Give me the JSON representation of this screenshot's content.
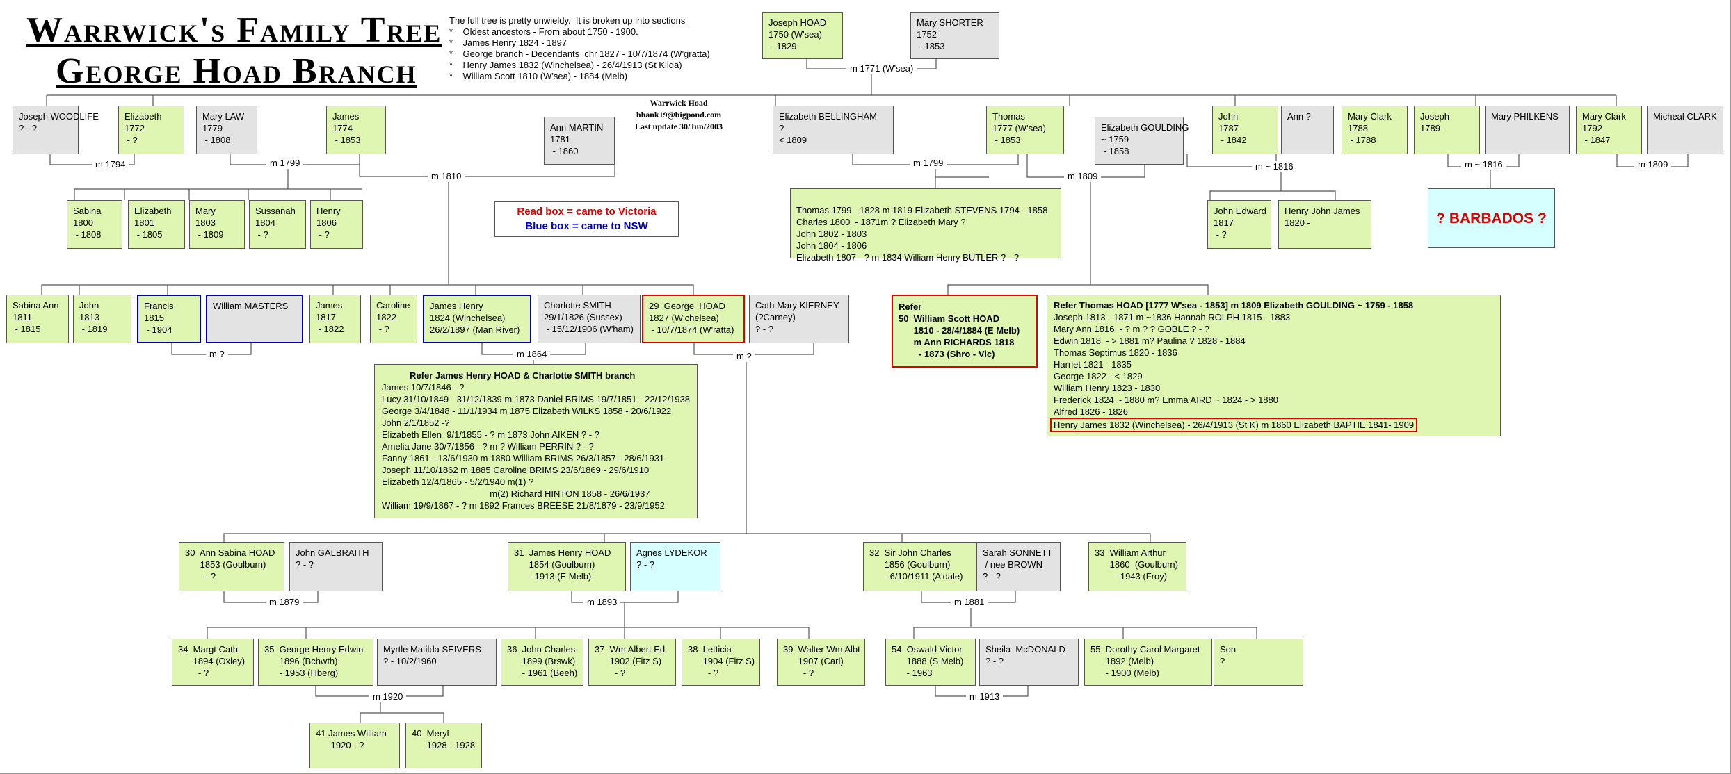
{
  "title": {
    "line1": "Warrwick's Family Tree",
    "line2": "George Hoad Branch"
  },
  "intro": [
    "The full tree is pretty unwieldy.  It is broken up into sections",
    "*    Oldest ancestors - From about 1750 - 1900.",
    "*    James Henry 1824 - 1897",
    "*    George branch - Decendants  chr 1827 - 10/7/1874 (W'gratta)",
    "*    Henry James 1832 (Winchelsea) - 26/4/1913 (St Kilda)",
    "*    William Scott 1810 (W'sea) - 1884 (Melb)"
  ],
  "contact": [
    "Warrwick Hoad",
    "hhank19@bigpond.com",
    "Last update 30/Jun/2003"
  ],
  "legend": {
    "red_text": "Read box = came to Victoria",
    "blue_text": "Blue box = came to NSW",
    "red_color": "#e00000",
    "blue_color": "#0000c8"
  },
  "barbados": "? BARBADOS ?",
  "colors": {
    "born_hoad": "#dff5b2",
    "spouse": "#e3e3e3",
    "nsw_spouse": "#d6ffff",
    "victoria_border": "#e00000",
    "nsw_border": "#0000b0"
  },
  "boxes": {
    "joseph_1750": "Joseph HOAD\n1750 (W'sea)\n - 1829",
    "mary_shorter": "Mary SHORTER\n1752\n - 1853",
    "joseph_woodlife": "Joseph WOODLIFE\n? - ?",
    "elizabeth_1772": "Elizabeth\n1772\n - ?",
    "mary_law": "Mary LAW\n1779\n - 1808",
    "james_1774": "James\n1774\n - 1853",
    "ann_martin": "Ann MARTIN\n1781\n - 1860",
    "eliz_bellingham": "Elizabeth BELLINGHAM\n? -\n< 1809",
    "thomas_1777": "Thomas\n1777 (W'sea)\n - 1853",
    "eliz_goulding": "Elizabeth GOULDING\n~ 1759\n - 1858",
    "john_1787": "John\n1787\n - 1842",
    "ann_q": "Ann ?",
    "mary_clark_1788": "Mary Clark\n1788\n - 1788",
    "joseph_1789": "Joseph\n1789 -",
    "mary_philkens": "Mary PHILKENS",
    "mary_clark_1792": "Mary Clark\n1792\n - 1847",
    "micheal_clark": "Micheal CLARK",
    "sabina_1800": "Sabina\n1800\n - 1808",
    "elizabeth_1801": "Elizabeth\n1801\n - 1805",
    "mary_1803": "Mary\n1803\n - 1809",
    "sussanah_1804": "Sussanah\n1804\n - ?",
    "henry_1806": "Henry\n1806\n - ?",
    "john_edward": "John Edward\n1817\n - ?",
    "henry_john_james": "Henry John James\n1820 -",
    "sabina_ann_1811": "Sabina Ann\n1811\n - 1815",
    "john_1813": "John\n1813\n - 1819",
    "francis_1815": "Francis\n1815\n - 1904",
    "william_masters": "William MASTERS",
    "james_1817": "James\n1817\n - 1822",
    "caroline_1822": "Caroline\n1822\n - ?",
    "james_henry_1824": "James Henry\n1824 (Winchelsea)\n26/2/1897 (Man River)",
    "charlotte_smith": "Charlotte SMITH\n29/1/1826 (Sussex)\n - 15/12/1906 (W'ham)",
    "george_1827": "29  George  HOAD\n1827 (W'chelsea)\n - 10/7/1874 (W'ratta)",
    "cath_kierney": "Cath Mary KIERNEY\n(?Carney)\n? - ?",
    "william_scott": "Refer\n50  William Scott HOAD\n      1810 - 28/4/1884 (E Melb)\n      m Ann RICHARDS 1818\n        - 1873 (Shro - Vic)",
    "ann_sabina_1853": "30  Ann Sabina HOAD\n      1853 (Goulburn)\n        - ?",
    "john_galbraith": "John GALBRAITH\n? - ?",
    "james_henry_1854": "31  James Henry HOAD\n      1854 (Goulburn)\n      - 1913 (E Melb)",
    "agnes_lydekor": "Agnes LYDEKOR\n? - ?",
    "sir_john_charles": "32  Sir John Charles\n      1856 (Goulburn)\n      - 6/10/1911 (A'dale)",
    "sarah_sonnett": "Sarah SONNETT\n / nee BROWN\n? - ?",
    "william_arthur": "33  William Arthur\n      1860  (Goulburn)\n        - 1943 (Froy)",
    "margt_cath": "34  Margt Cath\n      1894 (Oxley)\n        - ?",
    "george_henry_edwin": "35  George Henry Edwin\n      1896 (Bchwth)\n      - 1953 (Hberg)",
    "myrtle_seivers": "Myrtle Matilda SEIVERS\n? - 10/2/1960",
    "john_charles_1899": "36  John Charles\n      1899 (Brswk)\n      - 1961 (Beeh)",
    "wm_albert_ed": "37  Wm Albert Ed\n      1902 (Fitz S)\n        - ?",
    "letticia": "38  Letticia\n      1904 (Fitz S)\n        - ?",
    "walter_wm_albt": "39  Walter Wm Albt\n      1907 (Carl)\n        - ?",
    "oswald_victor": "54  Oswald Victor\n      1888 (S Melb)\n      - 1963",
    "sheila_mcdonald": "Sheila  McDONALD\n? - ?",
    "dorothy_carol": "55  Dorothy Carol Margaret\n      1892 (Melb)\n      - 1900 (Melb)",
    "son": "Son\n?",
    "james_william": "41 James William\n      1920 - ?",
    "meryl": "40  Meryl\n      1928 - 1928"
  },
  "marriages": {
    "m1771": "m  1771 (W'sea)",
    "m1794": "m  1794",
    "m1799a": "m  1799",
    "m1810": "m  1810",
    "m1799b": "m  1799",
    "m1809a": "m  1809",
    "m1816a": "m ~ 1816",
    "m1816b": "m ~ 1816",
    "m1809b": "m  1809",
    "m_francis": "m  ?",
    "m1864": "m 1864",
    "m_george": "m  ?",
    "m1879": "m 1879",
    "m1893": "m 1893",
    "m1881": "m 1881",
    "m1920": "m 1920",
    "m1913": "m 1913"
  },
  "thomas_children": [
    "Thomas 1799 - 1828 m 1819 Elizabeth STEVENS 1794 - 1858",
    "Charles 1800  - 1871m ? Elizabeth Mary ?",
    "John 1802 - 1803",
    "John 1804 - 1806",
    "Elizabeth 1807 - ? m 1834 William Henry BUTLER ? - ?"
  ],
  "james_henry_branch": {
    "heading": "Refer James Henry HOAD & Charlotte SMITH branch",
    "lines": [
      "James 10/7/1846 - ?",
      "Lucy 31/10/1849 - 31/12/1839 m 1873 Daniel BRIMS 19/7/1851 - 22/12/1938",
      "George 3/4/1848 - 11/1/1934 m 1875 Elizabeth WILKS 1858 - 20/6/1922",
      "John 2/1/1852 -?",
      "Elizabeth Ellen  9/1/1855 - ? m 1873 John AIKEN ? - ?",
      "Amelia Jane 30/7/1856 - ? m ? William PERRIN ? - ?",
      "Fanny 1861 - 13/6/1930 m 1880 William BRIMS 26/3/1857 - 28/6/1931",
      "Joseph 11/10/1862 m 1885 Caroline BRIMS 23/6/1869 - 29/6/1910",
      "Elizabeth 12/4/1865 - 5/2/1940 m(1) ?",
      "                                           m(2) Richard HINTON 1858 - 26/6/1937",
      "William 19/9/1867 - ? m 1892 Frances BREESE 21/8/1879 - 23/9/1952"
    ]
  },
  "thomas_goulding_branch": {
    "heading": "Refer Thomas HOAD [1777 W'sea - 1853] m 1809 Elizabeth GOULDING ~ 1759 - 1858",
    "lines": [
      "Joseph 1813 - 1871 m ~1836 Hannah ROLPH 1815 - 1883",
      "Mary Ann 1816  - ? m ? ? GOBLE ? - ?",
      "Edwin 1818  - > 1881 m? Paulina ? 1828 - 1884",
      "Thomas Septimus 1820 - 1836",
      "Harriet 1821 - 1835",
      "George 1822 - < 1829",
      "William Henry 1823 - 1830",
      "Frederick 1824  - 1880 m? Emma AIRD ~ 1824 - > 1880",
      "Alfred 1826 - 1826"
    ],
    "highlight": "Henry James 1832 (Winchelsea) - 26/4/1913 (St K) m 1860 Elizabeth BAPTIE 1841- 1909"
  }
}
